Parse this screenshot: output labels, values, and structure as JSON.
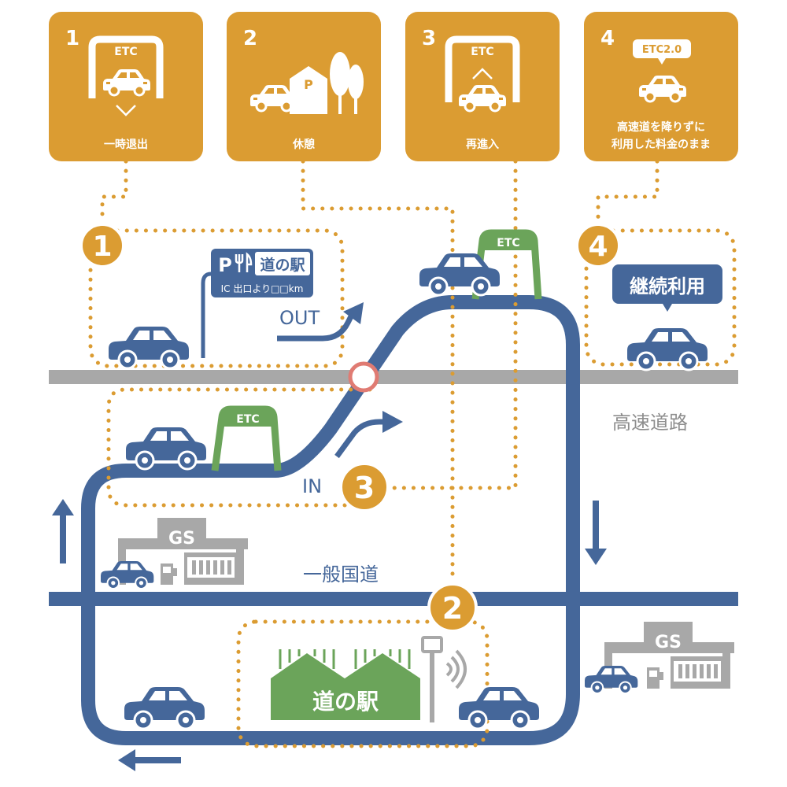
{
  "colors": {
    "orange": "#DB9C32",
    "blue": "#45679A",
    "gray": "#A8A8A8",
    "green": "#6BA45A",
    "red": "#E07B73",
    "white": "#FFFFFF"
  },
  "steps": [
    {
      "number": "1",
      "badge_text": "ETC",
      "caption_lines": [
        "一時退出"
      ],
      "icon": "etc-gate-exit-icon"
    },
    {
      "number": "2",
      "caption_lines": [
        "休憩"
      ],
      "icon": "parking-rest-icon",
      "p_text": "P"
    },
    {
      "number": "3",
      "badge_text": "ETC",
      "caption_lines": [
        "再進入"
      ],
      "icon": "etc-gate-reentry-icon"
    },
    {
      "number": "4",
      "badge_text": "ETC2.0",
      "caption_lines": [
        "高速道を降りずに",
        "利用した料金のまま"
      ],
      "icon": "etc2-car-icon"
    }
  ],
  "markers": [
    "1",
    "2",
    "3",
    "4"
  ],
  "sign": {
    "p": "P",
    "title": "道の駅",
    "sub": "IC 出口より□□km",
    "icon": "fork-knife-icon"
  },
  "labels": {
    "out": "OUT",
    "in": "IN",
    "expressway": "高速道路",
    "national_road": "一般国道",
    "continue": "継続利用",
    "etc": "ETC",
    "gs": "GS",
    "michinoeki": "道の駅"
  }
}
